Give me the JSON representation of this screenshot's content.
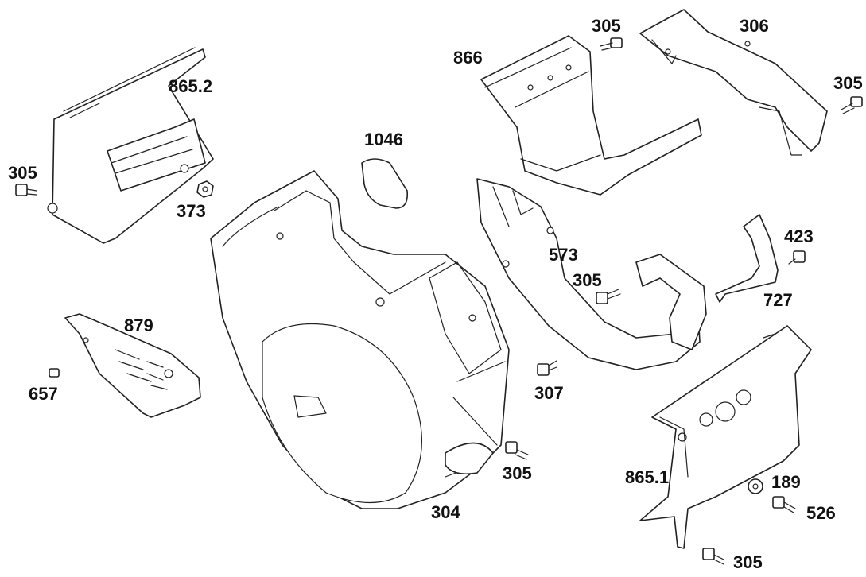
{
  "callouts": {
    "c865_2": "865.2",
    "c305_left": "305",
    "c373": "373",
    "c1046": "1046",
    "c866": "866",
    "c305_top": "305",
    "c306": "306",
    "c305_right": "305",
    "c573": "573",
    "c305_mid": "305",
    "c423": "423",
    "c727": "727",
    "c879": "879",
    "c657": "657",
    "c307": "307",
    "c304": "304",
    "c305_low": "305",
    "c865_1": "865.1",
    "c189": "189",
    "c526": "526",
    "c305_bottom": "305"
  },
  "colors": {
    "line": "#222222",
    "background": "#ffffff"
  }
}
